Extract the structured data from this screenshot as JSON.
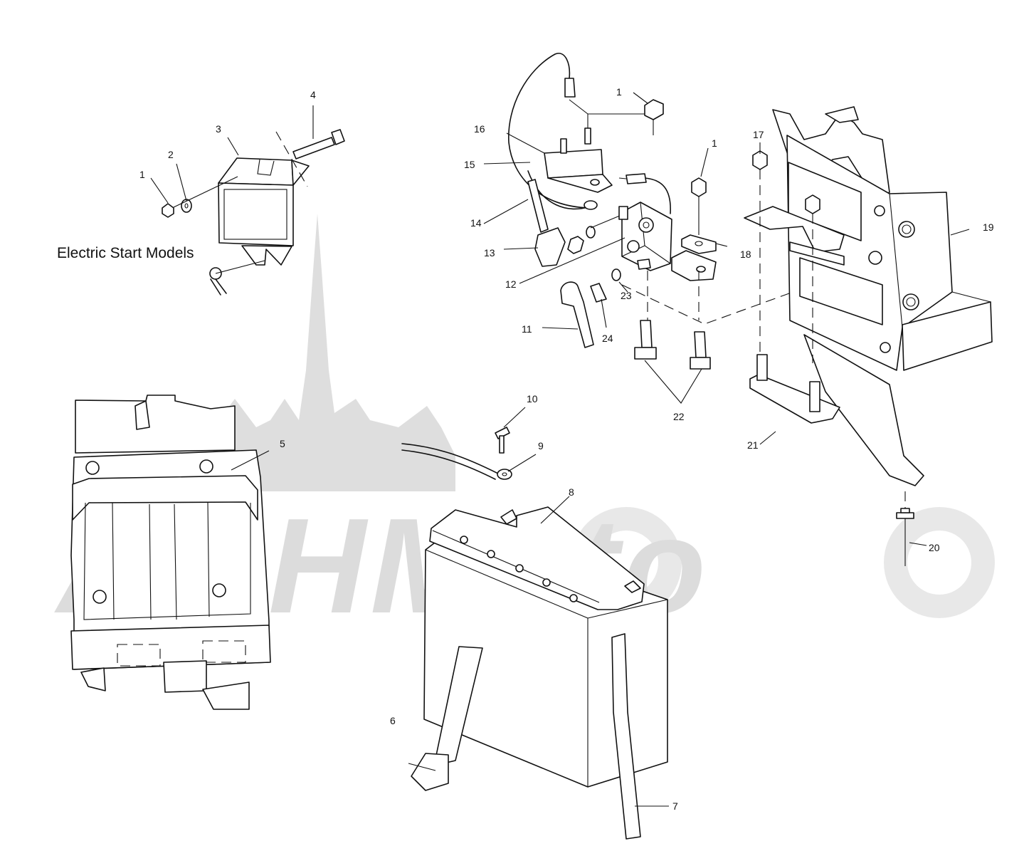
{
  "caption": "Electric Start Models",
  "watermark": "AGHMoto",
  "callouts": [
    {
      "id": "c1a",
      "text": "1"
    },
    {
      "id": "c2",
      "text": "2"
    },
    {
      "id": "c3",
      "text": "3"
    },
    {
      "id": "c4",
      "text": "4"
    },
    {
      "id": "c5",
      "text": "5"
    },
    {
      "id": "c6",
      "text": "6"
    },
    {
      "id": "c7",
      "text": "7"
    },
    {
      "id": "c8",
      "text": "8"
    },
    {
      "id": "c9",
      "text": "9"
    },
    {
      "id": "c10",
      "text": "10"
    },
    {
      "id": "c11",
      "text": "11"
    },
    {
      "id": "c12",
      "text": "12"
    },
    {
      "id": "c13",
      "text": "13"
    },
    {
      "id": "c14",
      "text": "14"
    },
    {
      "id": "c15",
      "text": "15"
    },
    {
      "id": "c16",
      "text": "16"
    },
    {
      "id": "c1b",
      "text": "1"
    },
    {
      "id": "c1c",
      "text": "1"
    },
    {
      "id": "c17",
      "text": "17"
    },
    {
      "id": "c18",
      "text": "18"
    },
    {
      "id": "c19",
      "text": "19"
    },
    {
      "id": "c20",
      "text": "20"
    },
    {
      "id": "c21",
      "text": "21"
    },
    {
      "id": "c22",
      "text": "22"
    },
    {
      "id": "c23",
      "text": "23"
    },
    {
      "id": "c24",
      "text": "24"
    }
  ]
}
